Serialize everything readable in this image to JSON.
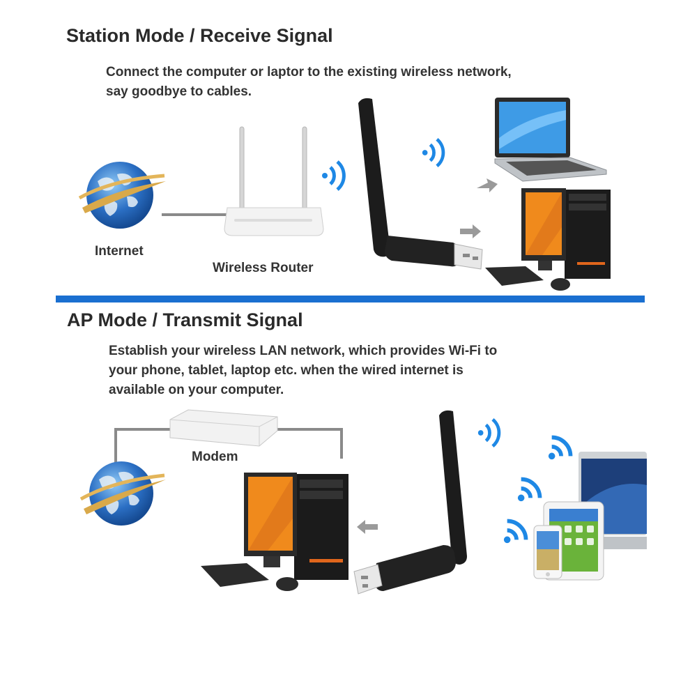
{
  "station": {
    "title": "Station Mode / Receive Signal",
    "desc_lines": [
      "Connect the computer or laptor to the existing wireless network,",
      "say goodbye to cables."
    ],
    "internet_label": "Internet",
    "router_label": "Wireless Router"
  },
  "ap": {
    "title": "AP Mode / Transmit Signal",
    "desc_lines": [
      "Establish your wireless LAN network, which provides Wi-Fi to",
      "your phone, tablet, laptop etc. when the wired internet is",
      "available on your computer."
    ],
    "modem_label": "Modem"
  },
  "colors": {
    "divider": "#1a6fd0",
    "wifi": "#1e88e5",
    "globe": "#2b6fc4",
    "screen_orange": "#f08a1c"
  }
}
